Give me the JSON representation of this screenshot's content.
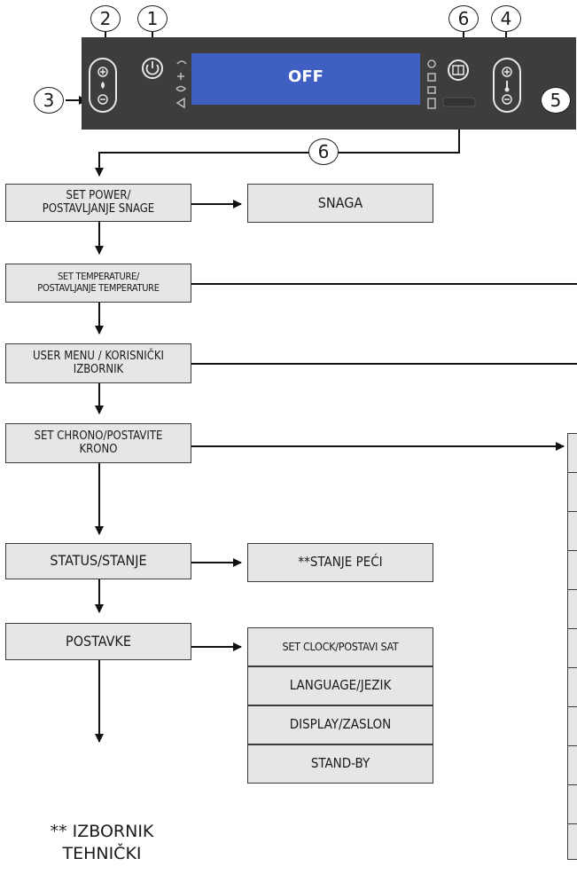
{
  "display": {
    "status_text": "OFF"
  },
  "callouts": [
    "1",
    "2",
    "3",
    "4",
    "5",
    "6",
    "6"
  ],
  "menu": {
    "set_power": [
      "SET POWER/",
      "POSTAVLJANJE SNAGE"
    ],
    "set_temperature": [
      "SET TEMPERATURE/",
      "POSTAVLJANJE TEMPERATURE"
    ],
    "user_menu": [
      "USER MENU / KORISNIČKI",
      "IZBORNIK"
    ],
    "set_chrono": [
      "SET CHRONO/POSTAVITE",
      "KRONO"
    ],
    "status": "STATUS/STANJE",
    "settings": "POSTAVKE",
    "tech_menu": [
      "** IZBORNIK",
      "TEHNIČKI"
    ]
  },
  "submenus": {
    "power": "SNAGA",
    "status": "**STANJE PEĆI",
    "settings_items": [
      "SET CLOCK/POSTAVI SAT",
      "LANGUAGE/JEZIK",
      "DISPLAY/ZASLON",
      "STAND-BY"
    ]
  }
}
